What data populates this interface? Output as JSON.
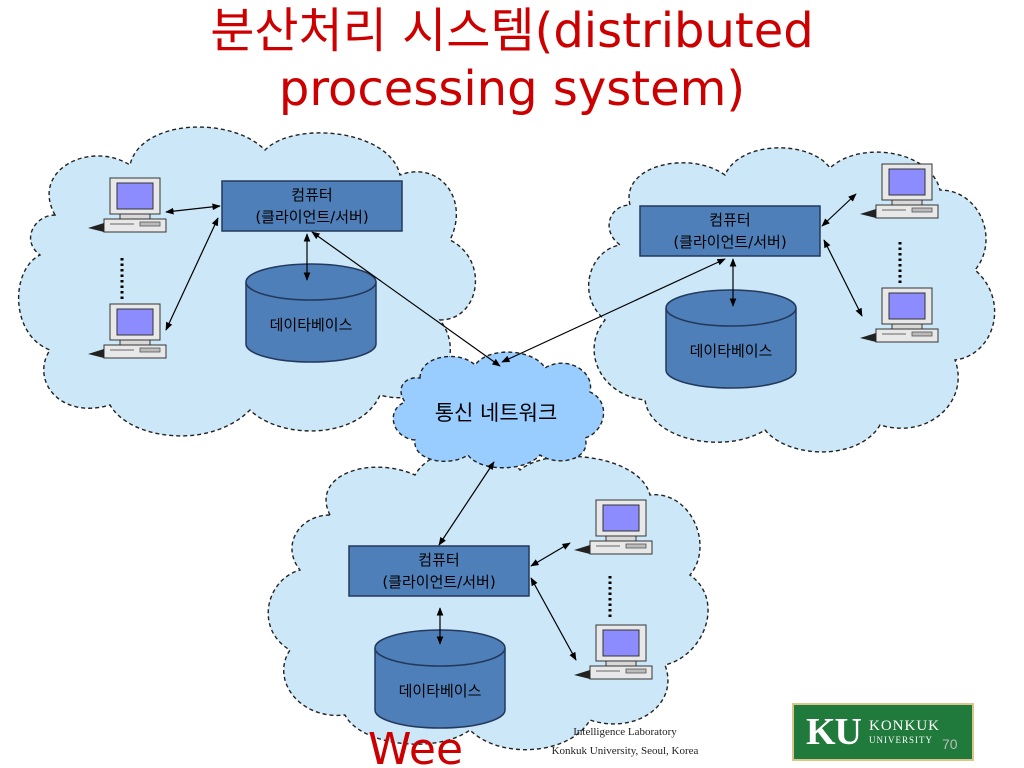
{
  "title": {
    "line1": "분산처리 시스템(distributed",
    "line2": "processing system)"
  },
  "node_label": {
    "line1": "컴퓨터",
    "line2": "(클라이언트/서버)"
  },
  "database_label": "데이타베이스",
  "network_label": "통신 네트워크",
  "footer": {
    "line1": "Intelligence Laboratory",
    "line2": "Konkuk University, Seoul, Korea",
    "partial_word": "Wee"
  },
  "logo": {
    "mark": "KU",
    "name": "KONKUK",
    "subtitle": "UNIVERSITY"
  },
  "page_number": "70",
  "colors": {
    "title": "#cc0000",
    "cloud_fill": "#cce8f8",
    "network_fill": "#99ccff",
    "box_fill": "#4f7fb8",
    "logo_bg": "#1f7a3c"
  }
}
